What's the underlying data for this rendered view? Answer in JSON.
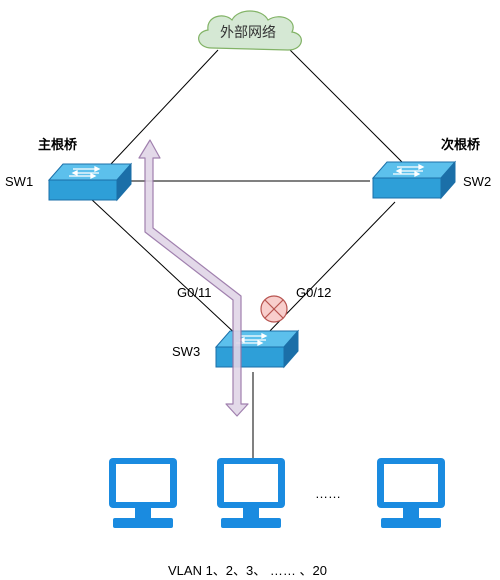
{
  "cloud": {
    "label": "外部网络"
  },
  "switches": {
    "sw1": {
      "name": "SW1",
      "role": "主根桥"
    },
    "sw2": {
      "name": "SW2",
      "role": "次根桥"
    },
    "sw3": {
      "name": "SW3"
    }
  },
  "ports": {
    "g011": "G0/11",
    "g012": "G0/12"
  },
  "pcs": {
    "ellipsis": "……"
  },
  "footer": {
    "vlan_label": "VLAN 1、2、3、 …… 、20"
  },
  "colors": {
    "switch_top": "#2e9fd8",
    "switch_side": "#1b6fa8",
    "pc_blue": "#1a8be0",
    "cloud_fill": "#d5e8d4",
    "cloud_stroke": "#82b366",
    "path_fill": "#e1d5e7",
    "path_stroke": "#9673a6",
    "blocked_fill": "#f8cecc",
    "blocked_stroke": "#b85450"
  }
}
